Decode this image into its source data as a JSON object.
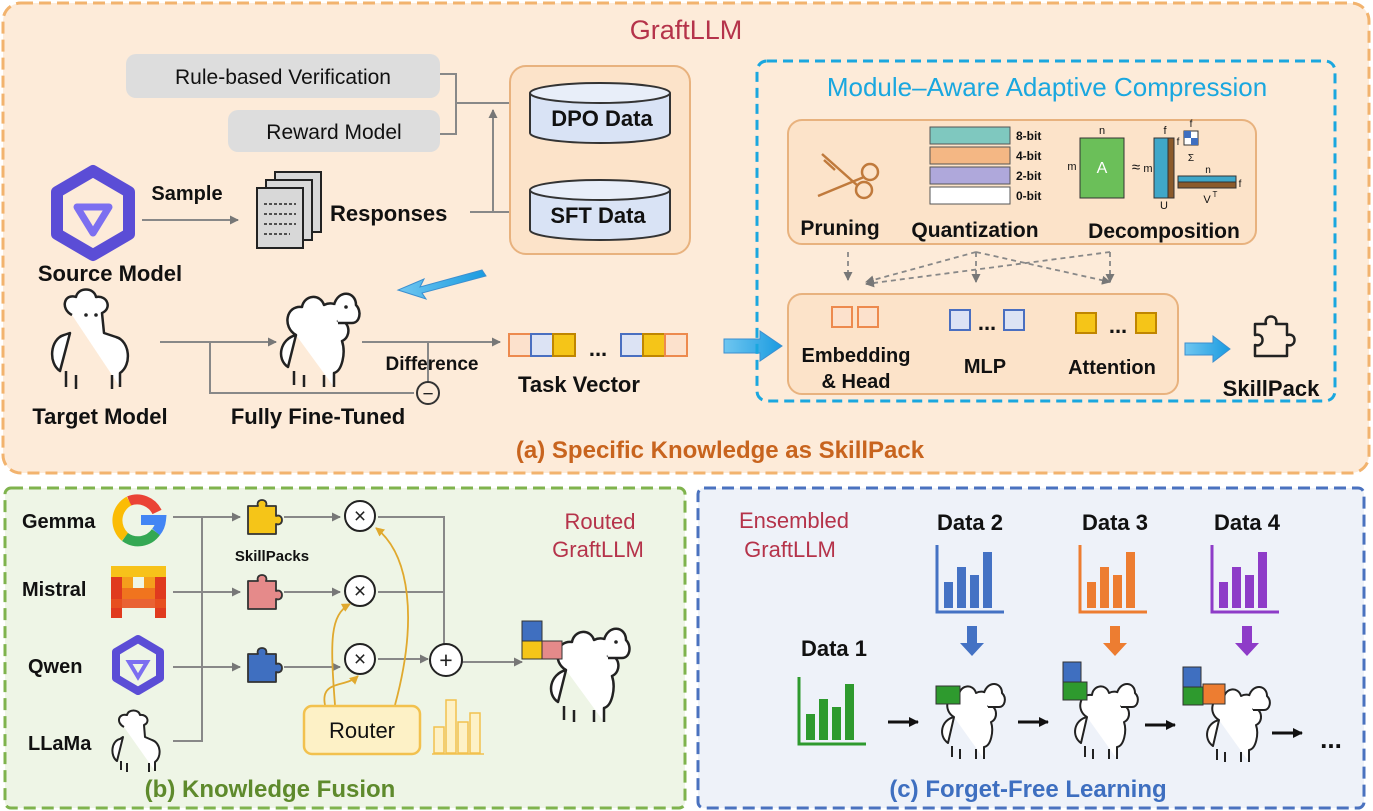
{
  "title": "GraftLLM",
  "panel_a": {
    "caption": "(a) Specific Knowledge as SkillPack",
    "rule_verification": "Rule-based Verification",
    "reward_model": "Reward Model",
    "dpo_data": "DPO Data",
    "sft_data": "SFT Data",
    "sample": "Sample",
    "responses": "Responses",
    "source_model": "Source Model",
    "target_model": "Target Model",
    "fully_fine_tuned": "Fully Fine-Tuned",
    "difference": "Difference",
    "minus": "−",
    "task_vector": "Task Vector",
    "ellipsis": "...",
    "compression_title": "Module–Aware Adaptive Compression",
    "pruning": "Pruning",
    "quantization": "Quantization",
    "decomposition": "Decomposition",
    "bits": [
      "8-bit",
      "4-bit",
      "2-bit",
      "0-bit"
    ],
    "matrix_A": "A",
    "approx": "≈",
    "dim_n": "n",
    "dim_m": "m",
    "dim_f": "f",
    "U": "U",
    "VT": "V",
    "VT_sup": "T",
    "sigma": "Σ",
    "embedding_head_1": "Embedding",
    "embedding_head_2": "& Head",
    "mlp": "MLP",
    "attention": "Attention",
    "skillpack": "SkillPack"
  },
  "panel_b": {
    "caption": "(b) Knowledge Fusion",
    "models": [
      "Gemma",
      "Mistral",
      "Qwen",
      "LLaMa"
    ],
    "skillpacks": "SkillPacks",
    "router": "Router",
    "times": "×",
    "plus": "+",
    "routed_1": "Routed",
    "routed_2": "GraftLLM"
  },
  "panel_c": {
    "caption": "(c) Forget-Free Learning",
    "ensembled_1": "Ensembled",
    "ensembled_2": "GraftLLM",
    "data": [
      "Data 1",
      "Data 2",
      "Data 3",
      "Data 4"
    ],
    "ellipsis": "..."
  },
  "colors": {
    "panel_a_fill": "#FDEBD9",
    "panel_a_border": "#F2B36E",
    "panel_b_fill": "#EEF5E6",
    "panel_b_border": "#7FB34D",
    "panel_c_fill": "#EEF2F9",
    "panel_c_border": "#4A72BF",
    "title_red": "#B5334A",
    "caption_orange": "#C8641E",
    "caption_green": "#5E8A2C",
    "caption_blue": "#3E6FC0",
    "compression_blue": "#1AA7DF",
    "data_green": "#2E9A2E",
    "data_blue": "#4472C4",
    "data_orange": "#ED7D31",
    "data_purple": "#8E3CC8",
    "router_yellow": "#F2C14E"
  }
}
